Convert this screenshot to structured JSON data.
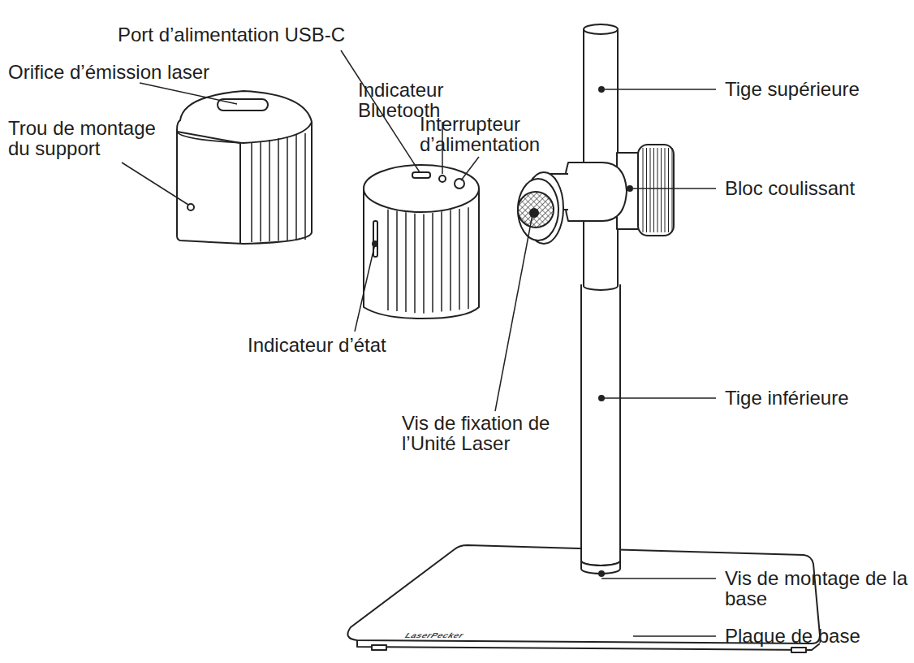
{
  "diagram": {
    "labels": [
      "Port d’alimentation USB-C",
      "Orifice d’émission laser",
      "Indicateur Bluetooth",
      "Trou de montage du support",
      "Interrupteur d’alimentation",
      "Tige supérieure",
      "Bloc coulissant",
      "Indicateur d’état",
      "Tige inférieure",
      "Vis de fixation de l’Unité Laser",
      "Vis de montage de la base",
      "Plaque de base",
      "LaserPecker"
    ]
  }
}
